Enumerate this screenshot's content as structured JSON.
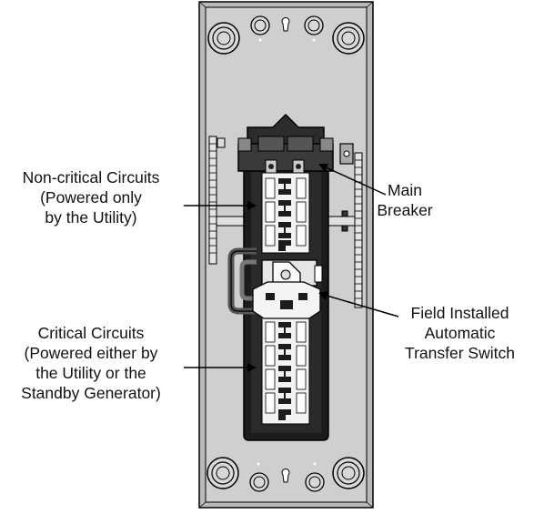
{
  "labels": {
    "noncritical": [
      "Non-critical Circuits",
      "(Powered only",
      "by the Utility)"
    ],
    "critical": [
      "Critical Circuits",
      "(Powered either by",
      "the Utility or the",
      "Standby Generator)"
    ],
    "main_breaker": [
      "Main",
      "Breaker"
    ],
    "transfer_switch": [
      "Field Installed",
      "Automatic",
      "Transfer Switch"
    ]
  },
  "colors": {
    "panel": "#c9c9c9",
    "interior": "#1a1a1a",
    "bus": "#ffffff",
    "outline": "#000000"
  }
}
